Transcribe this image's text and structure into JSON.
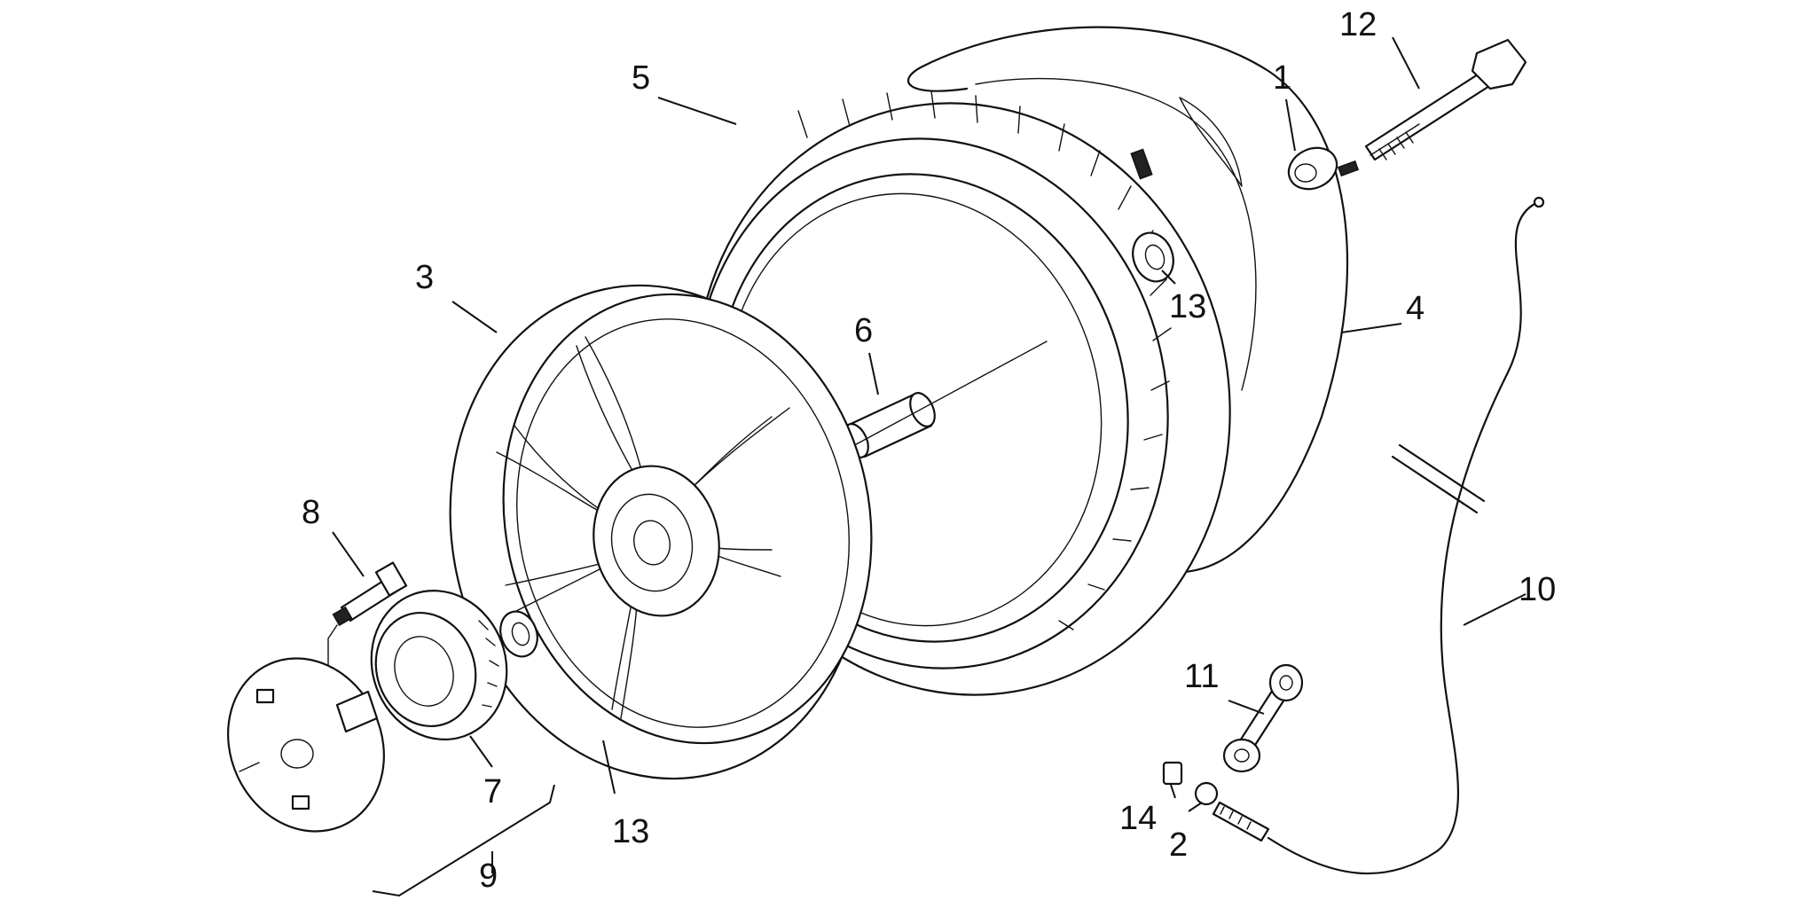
{
  "parts": [
    {
      "id": "1",
      "label": "1"
    },
    {
      "id": "2",
      "label": "2"
    },
    {
      "id": "3",
      "label": "3"
    },
    {
      "id": "4",
      "label": "4"
    },
    {
      "id": "5",
      "label": "5"
    },
    {
      "id": "6",
      "label": "6"
    },
    {
      "id": "7",
      "label": "7"
    },
    {
      "id": "8",
      "label": "8"
    },
    {
      "id": "9",
      "label": "9"
    },
    {
      "id": "10",
      "label": "10"
    },
    {
      "id": "11",
      "label": "11"
    },
    {
      "id": "12",
      "label": "12"
    },
    {
      "id": "13a",
      "label": "13"
    },
    {
      "id": "13b",
      "label": "13"
    },
    {
      "id": "14",
      "label": "14"
    }
  ]
}
